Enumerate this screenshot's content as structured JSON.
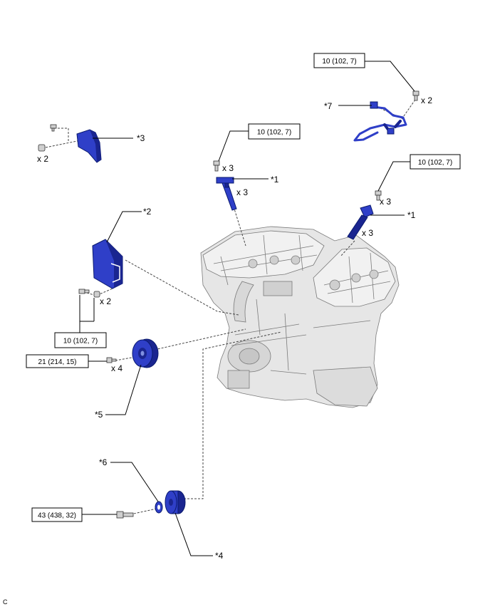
{
  "colors": {
    "part_blue": "#2f3fc8",
    "part_dark": "#1a2590",
    "engine": "#e6e6e6",
    "line": "#000000"
  },
  "torque_labels": {
    "fuel_rail_bolt": "10 (102, 7)",
    "ignition_coil_left_bolt": "10 (102, 7)",
    "ignition_coil_right_bolt": "10 (102, 7)",
    "bracket_bolt": "10 (102, 7)",
    "crank_pulley_bolt": "21 (214, 15)",
    "idler_bolt": "43 (438, 32)"
  },
  "callouts": {
    "c1_left": "*1",
    "c1_right": "*1",
    "c2": "*2",
    "c3": "*3",
    "c4": "*4",
    "c5": "*5",
    "c6": "*6",
    "c7": "*7"
  },
  "quantities": {
    "fuel_rail_bolt": "x 2",
    "bracket3_bolt": "x 2",
    "coil_left_bolt": "x 3",
    "coil_left_part": "x 3",
    "coil_right_bolt": "x 3",
    "coil_right_part": "x 3",
    "bracket2_bolt": "x 2",
    "pulley_bolt": "x 4"
  },
  "figure_code": "C"
}
